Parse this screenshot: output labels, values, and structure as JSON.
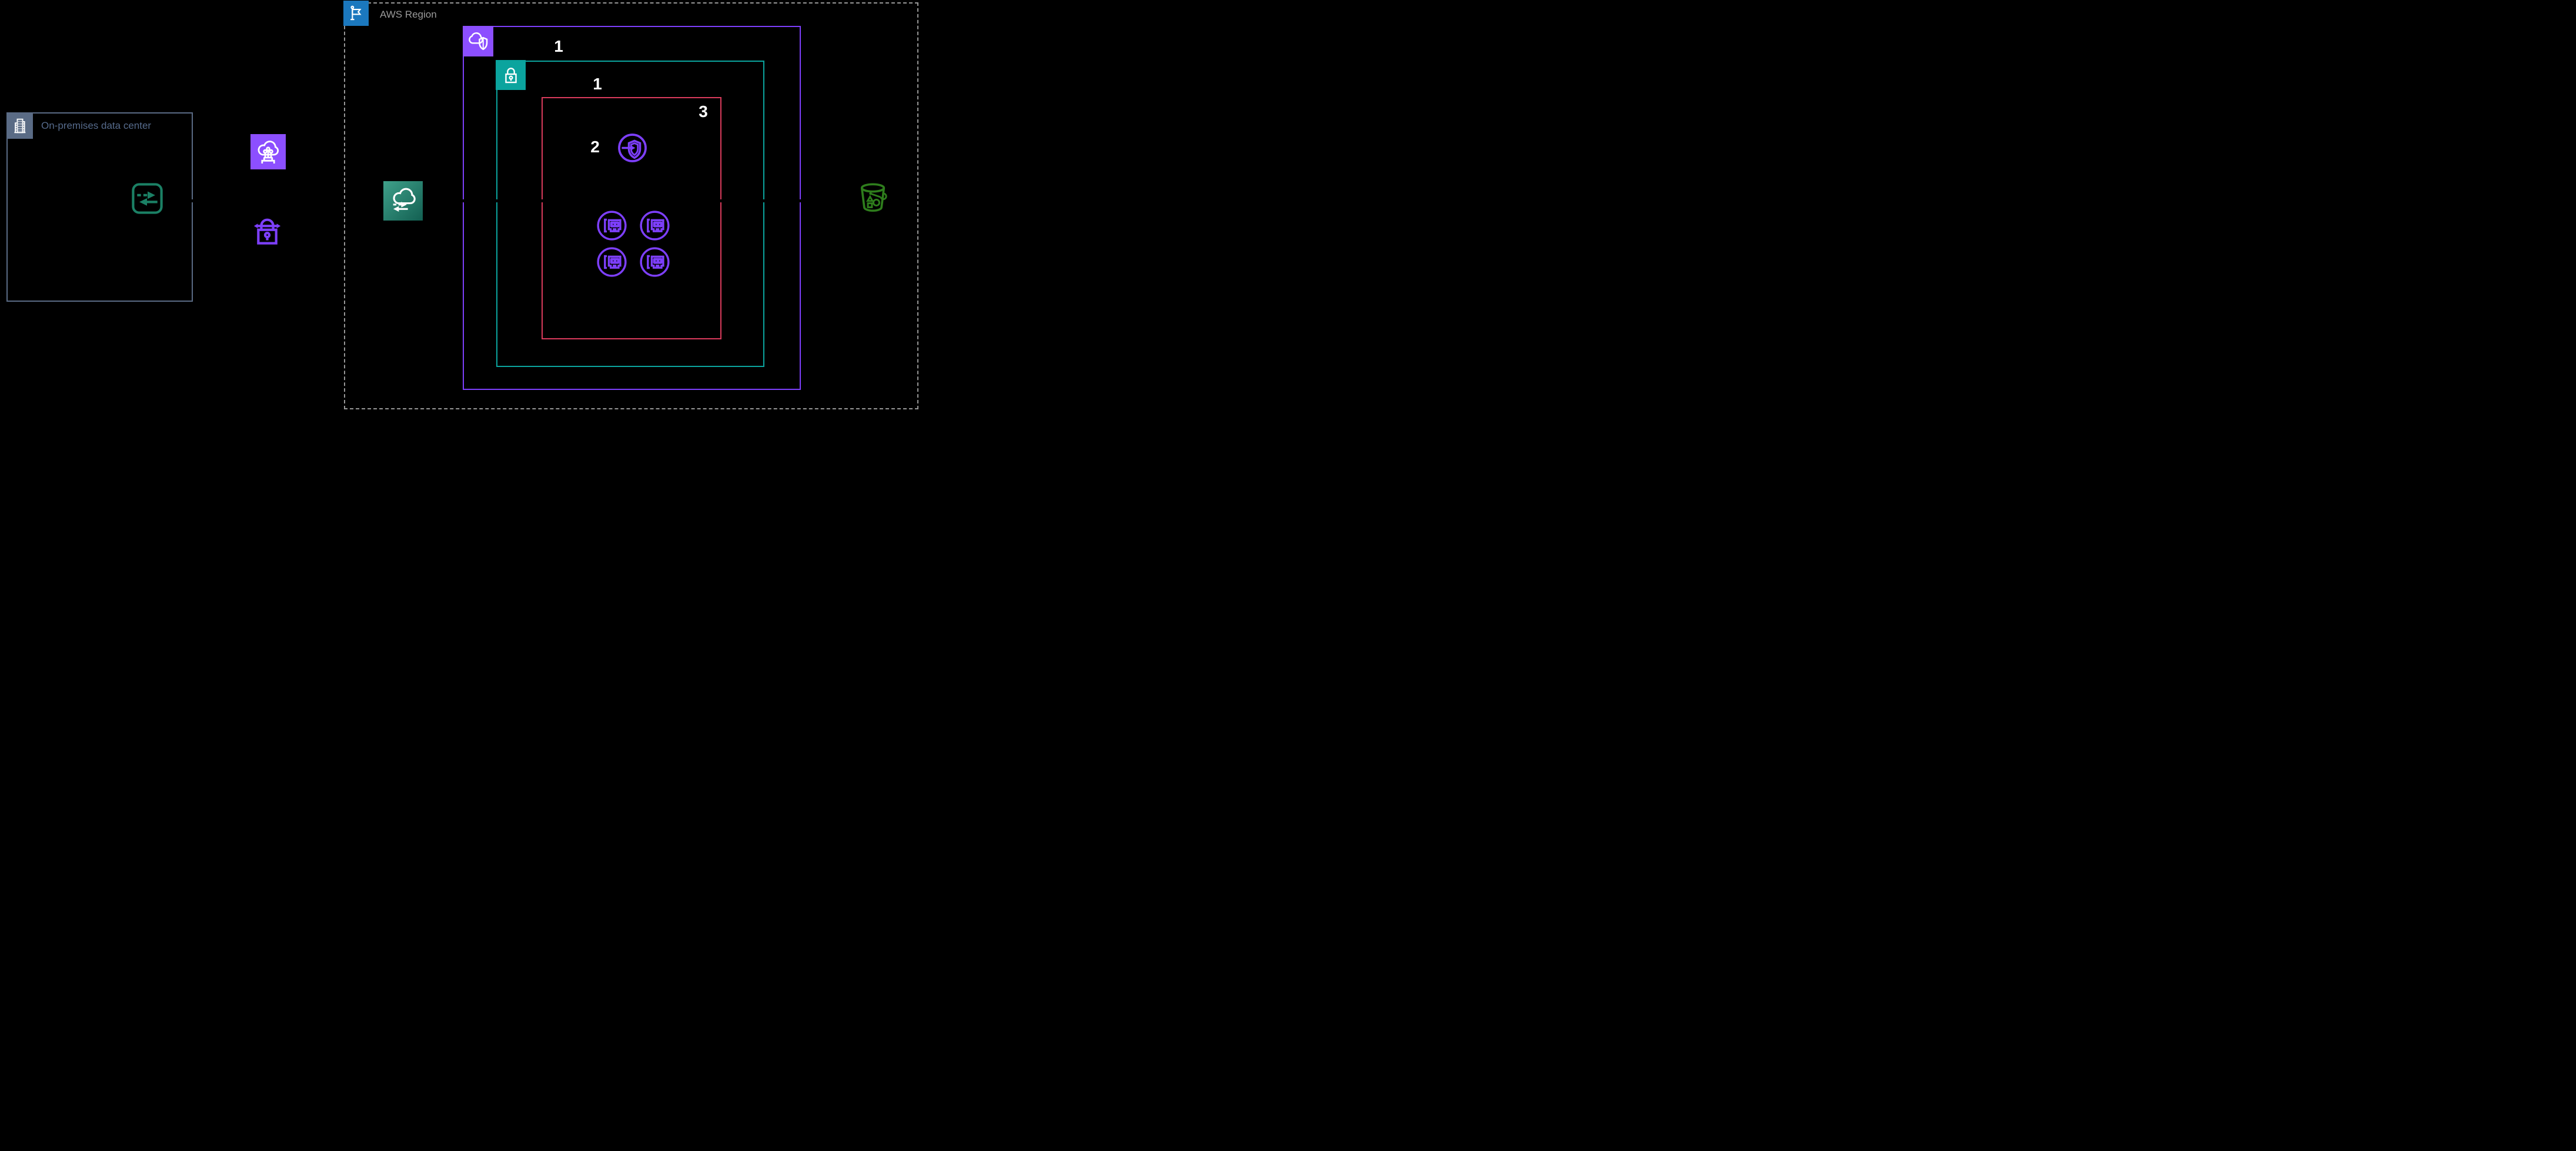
{
  "on_premises": {
    "title": "On-premises data center",
    "border_color": "#5A6B85",
    "icons": {
      "header": "building-icon",
      "router": "customer-gateway-router-icon"
    },
    "router_color": "#1B8065"
  },
  "aws_region": {
    "title": "AWS Region",
    "border_color": "#979797",
    "flag_bg": "#1B78BE",
    "icons": {
      "header": "flag-icon"
    }
  },
  "direct_connect": {
    "bg": "#8C4FFF",
    "icon": "cloud-circuit-pins-icon"
  },
  "site_to_site_vpn": {
    "color": "#7D3FFB",
    "icon": "lock-double-arrow-icon"
  },
  "transit_gateway": {
    "gradient_start": "#3FA08A",
    "gradient_end": "#136052",
    "icon": "cloud-bidirectional-arrows-icon"
  },
  "vpc": {
    "badge": "1",
    "border_color": "#7D3FFB",
    "icon_bg": "#8C4FFF",
    "icons": {
      "header": "cloud-shield-icon"
    }
  },
  "private_subnet": {
    "badge": "1",
    "color": "#0BA49E",
    "icons": {
      "header": "lock-icon"
    }
  },
  "security_group": {
    "badge": "3",
    "color": "#DA3B5C"
  },
  "vpc_endpoint": {
    "badge": "2",
    "color": "#7D3FFB",
    "icon": "shield-inbound-arrow-endpoint-icon"
  },
  "network_interfaces": {
    "count": 4,
    "color": "#7D3FFB",
    "icon": "elastic-network-interface-icon"
  },
  "s3_bucket": {
    "color": "#2E7D1C",
    "icon": "s3-bucket-with-objects-icon"
  }
}
